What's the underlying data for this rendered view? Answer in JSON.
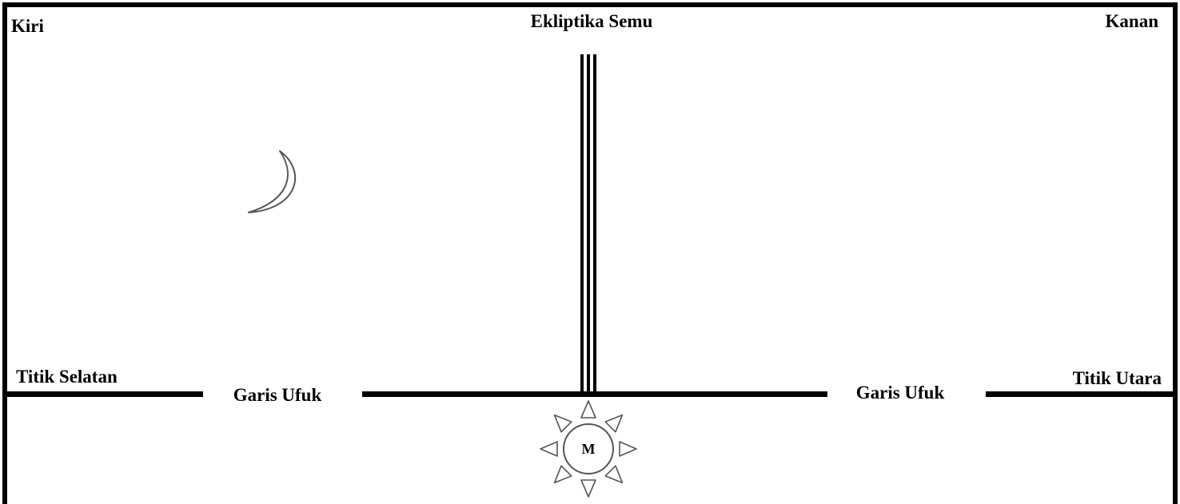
{
  "labels": {
    "top_left": "Kiri",
    "top_center": "Ekliptika Semu",
    "top_right": "Kanan",
    "south_point": "Titik Selatan",
    "north_point": "Titik Utara",
    "horizon_left": "Garis Ufuk",
    "horizon_right": "Garis Ufuk",
    "sun_marker": "M"
  },
  "icons": {
    "moon": "crescent-moon-icon",
    "sun": "sun-icon"
  },
  "colors": {
    "line": "#000000",
    "moon_stroke": "#555555",
    "background": "#ffffff"
  }
}
